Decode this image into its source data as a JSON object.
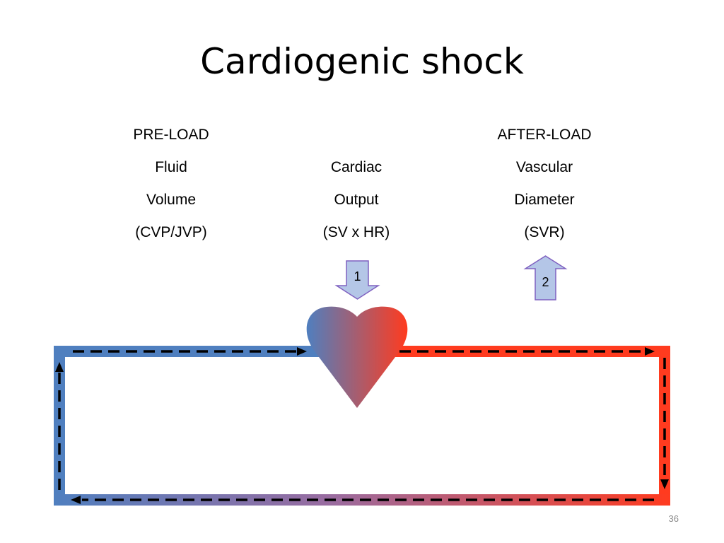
{
  "slide": {
    "title": "Cardiogenic shock",
    "page_number": "36"
  },
  "columns": {
    "preload": {
      "heading": "PRE-LOAD",
      "lines": [
        "Fluid",
        "Volume",
        "(CVP/JVP)"
      ]
    },
    "cardiac": {
      "heading": "",
      "lines": [
        "Cardiac",
        "Output",
        "(SV x HR)"
      ]
    },
    "afterload": {
      "heading": "AFTER-LOAD",
      "lines": [
        "Vascular",
        "Diameter",
        "(SVR)"
      ]
    }
  },
  "indicators": {
    "cardiac_output_arrow": {
      "label": "1",
      "direction": "down"
    },
    "svr_arrow": {
      "label": "2",
      "direction": "up"
    }
  },
  "colors": {
    "venous_blue": "#4f7fbf",
    "arterial_red": "#ff3b1f",
    "arrow_fill": "#b4c6e7",
    "arrow_stroke": "#7f60c0"
  }
}
